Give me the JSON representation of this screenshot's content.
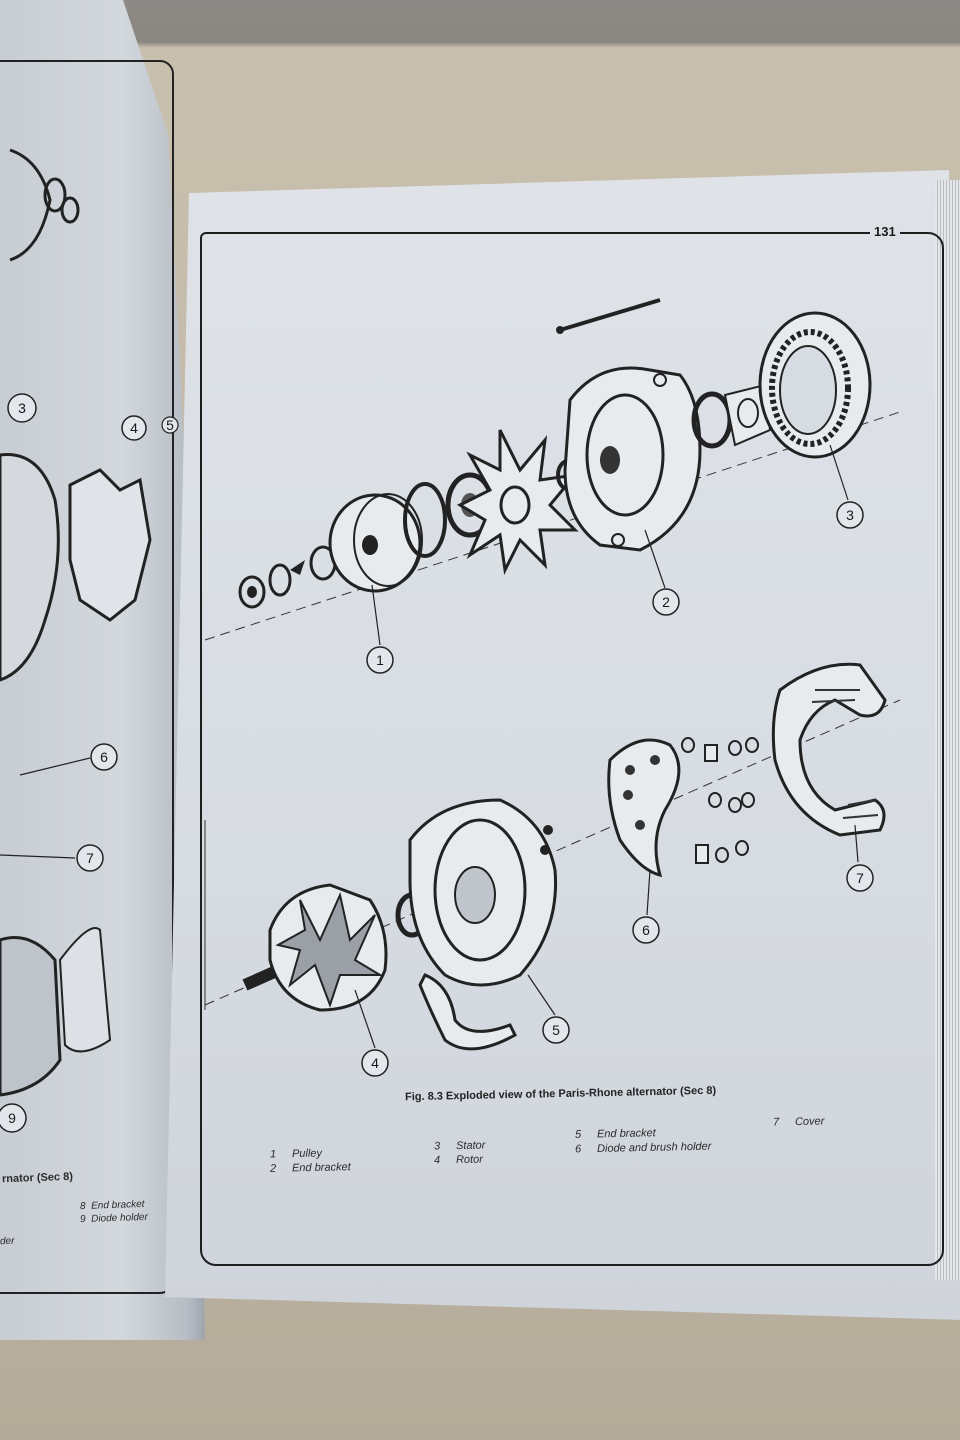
{
  "page": {
    "number": "131",
    "caption": "Fig. 8.3 Exploded view of the Paris-Rhone alternator (Sec 8)"
  },
  "legend": [
    {
      "num": "1",
      "label": "Pulley"
    },
    {
      "num": "2",
      "label": "End bracket"
    },
    {
      "num": "3",
      "label": "Stator"
    },
    {
      "num": "4",
      "label": "Rotor"
    },
    {
      "num": "5",
      "label": "End bracket"
    },
    {
      "num": "6",
      "label": "Diode and brush holder"
    },
    {
      "num": "7",
      "label": "Cover"
    }
  ],
  "callouts": [
    "1",
    "2",
    "3",
    "4",
    "5",
    "6",
    "7"
  ],
  "left_page": {
    "callouts": [
      "3",
      "4",
      "5",
      "6",
      "7",
      "9"
    ],
    "caption_fragment": "rnator (Sec 8)",
    "legend_fragments": [
      {
        "num": "8",
        "label": "End bracket"
      },
      {
        "num": "9",
        "label": "Diode holder"
      }
    ],
    "word_fragment": "der"
  }
}
